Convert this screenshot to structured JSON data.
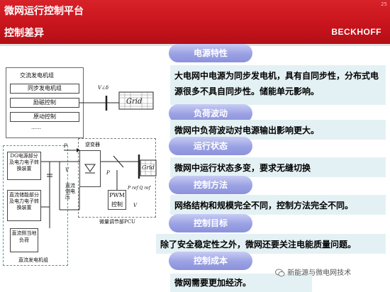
{
  "header": {
    "title": "微网运行控制平台",
    "subtitle": "控制差异",
    "brand": "BECKHOFF",
    "corner_text": "25"
  },
  "diagram": {
    "ac_gen_title": "交流发电机组",
    "sync_gen": "同步发电机组",
    "excitation": "励磁控制",
    "prime_mover": "原动控制",
    "dots": "……",
    "grid_top": "Grid",
    "grid_bottom": "Grid",
    "v_label_top": "V∠δ",
    "pdc": "P",
    "vdc": "V",
    "pac": "P",
    "inverter": "逆变器",
    "dg_box": "DG电源部分及电力电子转换装置",
    "storage_box": "直流储能部分及电力电子转换装置",
    "load_box": "直流侧当地负荷",
    "dc_bus": "直流侧电压",
    "pwm": "PWM控制",
    "pcu": "微量调节部PCU",
    "dc_gen": "直流发电机组",
    "pref_q": "P ref Q ref",
    "vc": "V"
  },
  "panel": {
    "items": [
      {
        "title": "电源特性",
        "desc": "大电网中电源为同步发电机，具有自同步性，分布式电源很多不具自同步性。储能单元影响。"
      },
      {
        "title": "负荷波动",
        "desc": "微网中负荷波动对电源输出影响更大。"
      },
      {
        "title": "运行状态",
        "desc": "微网中运行状态多变，要求无缝切换"
      },
      {
        "title": "控制方法",
        "desc": "网络结构和规模完全不同，控制方法完全不同。"
      },
      {
        "title": "控制目标",
        "desc": "除了安全稳定性之外，微网还要关注电能质量问题。"
      },
      {
        "title": "控制成本",
        "desc": "微网需要更加经济。"
      }
    ]
  },
  "watermark": "新能源与微电网技术"
}
